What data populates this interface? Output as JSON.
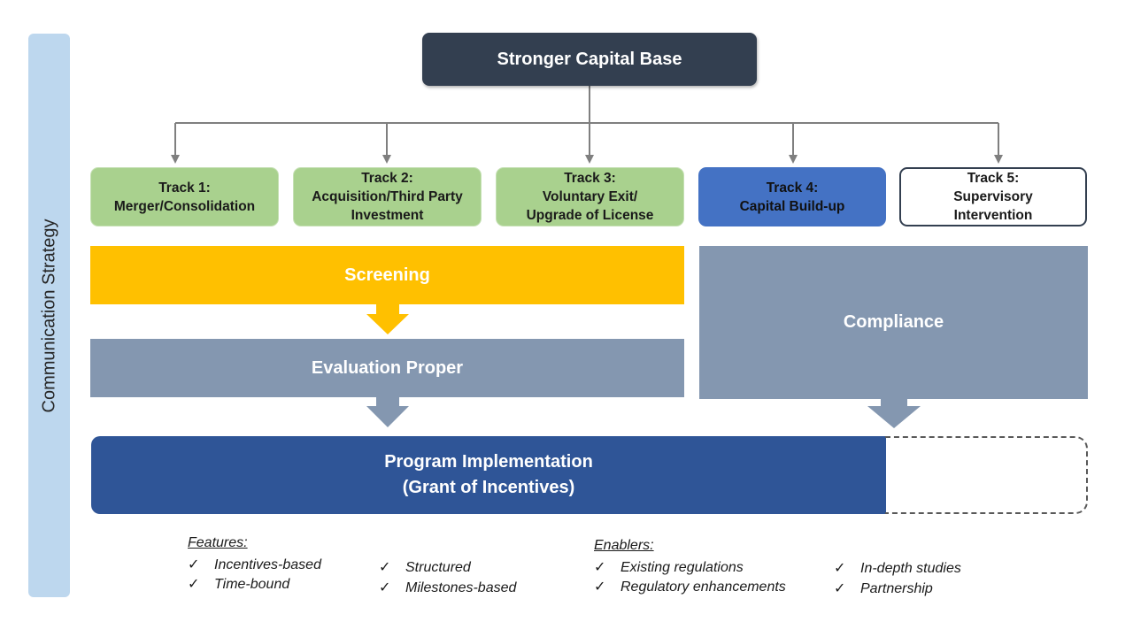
{
  "side_label": "Communication Strategy",
  "top_box": "Stronger Capital Base",
  "tracks": [
    {
      "line1": "Track 1:",
      "line2": "Merger/Consolidation",
      "line3": ""
    },
    {
      "line1": "Track 2:",
      "line2": "Acquisition/Third Party",
      "line3": "Investment"
    },
    {
      "line1": "Track 3:",
      "line2": "Voluntary Exit/",
      "line3": "Upgrade of License"
    },
    {
      "line1": "Track 4:",
      "line2": "Capital Build-up",
      "line3": ""
    },
    {
      "line1": "Track 5:",
      "line2": "Supervisory",
      "line3": "Intervention"
    }
  ],
  "screening": "Screening",
  "evaluation": "Evaluation Proper",
  "compliance": "Compliance",
  "program": {
    "line1": "Program Implementation",
    "line2": "(Grant of Incentives)"
  },
  "features": {
    "title": "Features:",
    "col1": [
      "Incentives-based",
      "Time-bound"
    ],
    "col2": [
      "Structured",
      "Milestones-based"
    ]
  },
  "enablers": {
    "title": "Enablers:",
    "col1": [
      "Existing regulations",
      "Regulatory enhancements"
    ],
    "col2": [
      "In-depth studies",
      "Partnership"
    ]
  },
  "check_glyph": "✓",
  "colors": {
    "dark_navy": "#333f50",
    "green": "#a9d18e",
    "blue": "#4472c4",
    "gold": "#ffc000",
    "slate": "#8497b0",
    "program_blue": "#2f5597",
    "side_bar": "#bdd7ee"
  }
}
